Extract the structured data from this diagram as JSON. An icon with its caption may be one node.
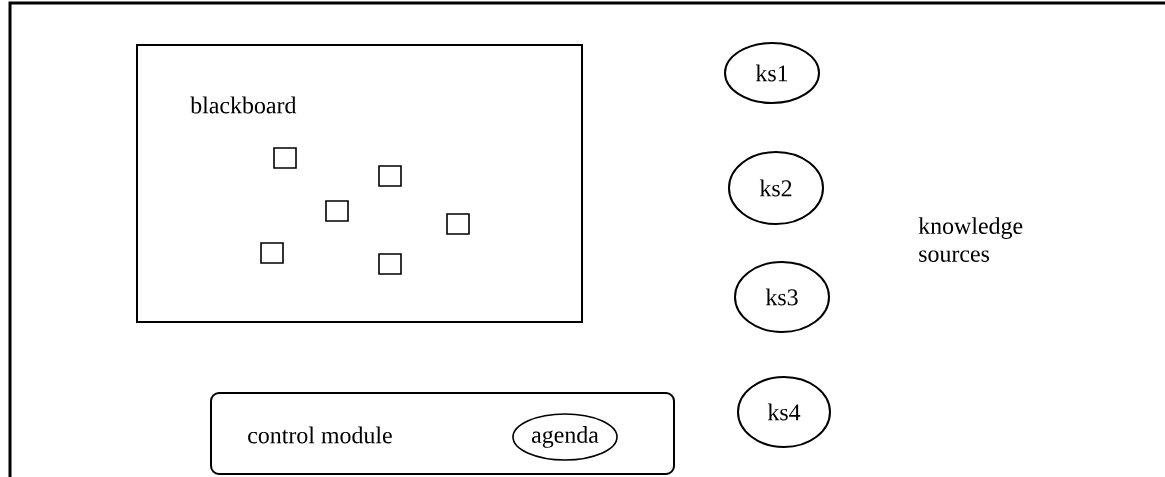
{
  "diagram": {
    "nodes": [
      {
        "text": [
          "blackboard"
        ]
      },
      {
        "text": [],
        "shape": "box",
        "in": 0
      },
      {
        "text": [],
        "shape": "box",
        "in": 0
      },
      {
        "text": [],
        "shape": "box",
        "in": 0
      },
      {
        "text": [],
        "shape": "box",
        "in": 0
      },
      {
        "text": [],
        "shape": "box",
        "in": 0
      },
      {
        "text": [],
        "shape": "box",
        "in": 0
      },
      {
        "text": [
          "ks1"
        ]
      },
      {
        "text": [
          "ks2"
        ]
      },
      {
        "text": [
          "ks3"
        ]
      },
      {
        "text": [
          "ks4"
        ]
      },
      {
        "text": [
          "control module"
        ]
      },
      {
        "text": [
          "agenda"
        ],
        "in": 11
      }
    ],
    "labels": [
      "knowledge sources"
    ]
  }
}
